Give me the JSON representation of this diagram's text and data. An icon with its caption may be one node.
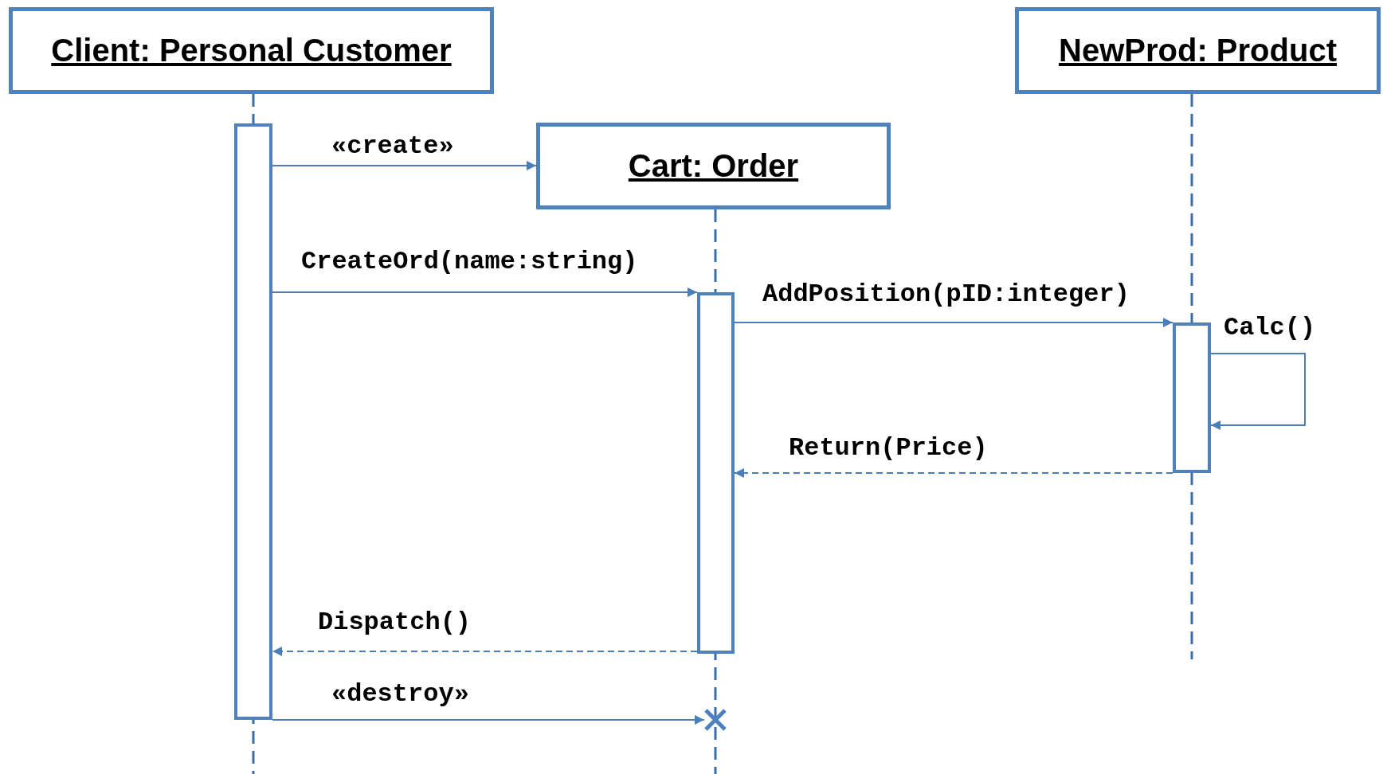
{
  "diagram": {
    "nodes": [
      {
        "text": [
          "Client: Personal Customer"
        ]
      },
      {
        "text": [
          "Cart: Order"
        ]
      },
      {
        "text": [
          "NewProd: Product"
        ]
      },
      {
        "text": [],
        "shape": "bar"
      },
      {
        "text": [],
        "shape": "bar"
      },
      {
        "text": [],
        "shape": "bar"
      },
      {
        "text": [],
        "shape": "cross"
      }
    ],
    "edges": [
      {
        "from": 3,
        "to": 1,
        "arrow": "to",
        "label": "«create»"
      },
      {
        "from": 3,
        "to": 4,
        "arrow": "to",
        "label": "CreateOrd(name:string)"
      },
      {
        "from": 4,
        "to": 5,
        "arrow": "to",
        "label": "AddPosition(pID:integer)"
      },
      {
        "from": 5,
        "to": 5,
        "arrow": "to",
        "label": "Calc()"
      },
      {
        "from": 5,
        "to": 4,
        "arrow": "to",
        "label": "Return(Price)",
        "style": "dashed"
      },
      {
        "from": 4,
        "to": 3,
        "arrow": "to",
        "label": "Dispatch()",
        "style": "dashed"
      },
      {
        "from": 3,
        "to": 6,
        "arrow": "to",
        "label": "«destroy»"
      }
    ]
  }
}
